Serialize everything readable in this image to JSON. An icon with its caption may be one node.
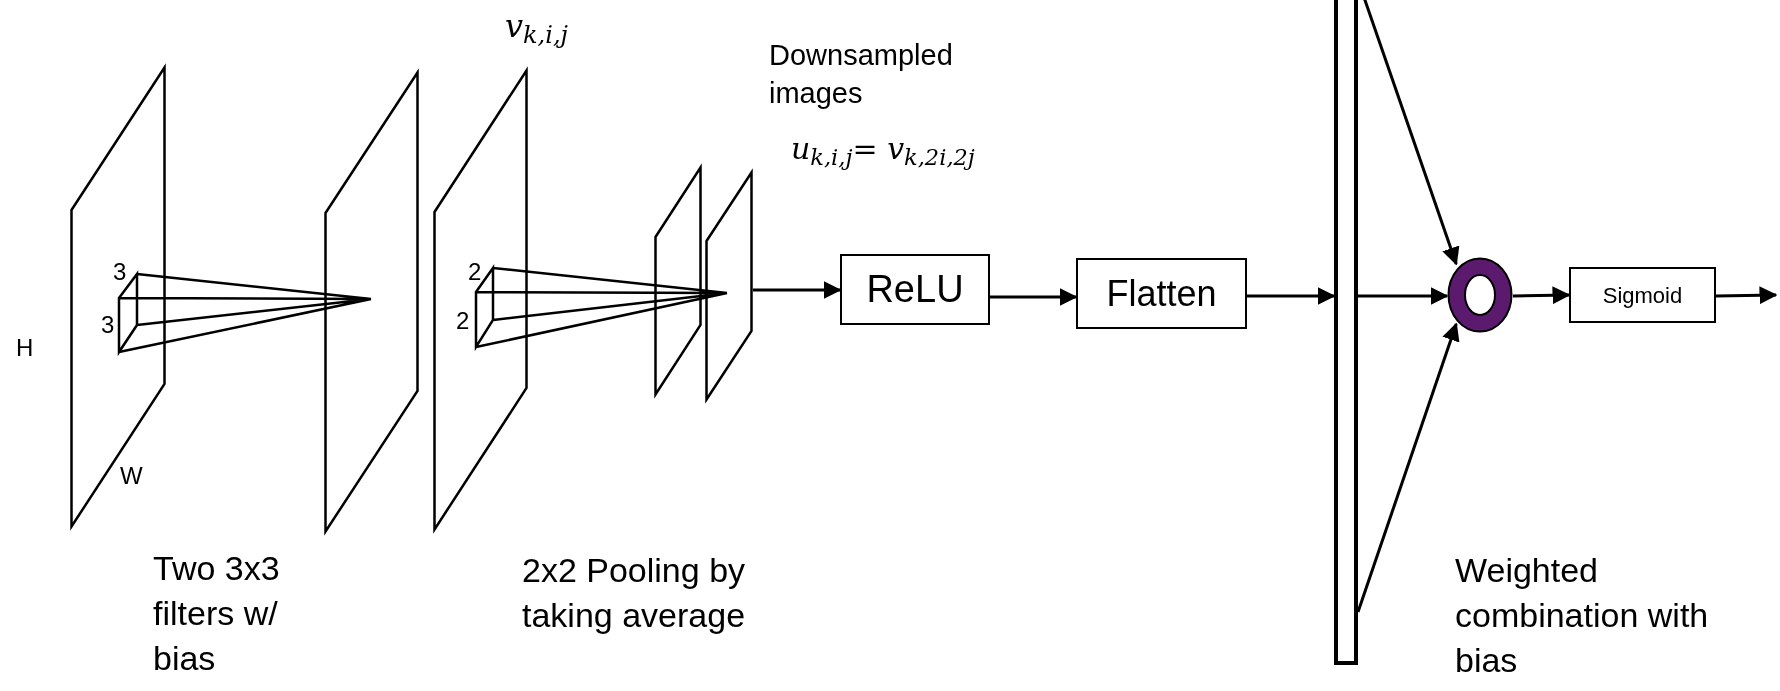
{
  "diagram": {
    "nodes": [
      {
        "text": [],
        "shape": "parallelogram"
      },
      {
        "text": [],
        "shape": "parallelogram"
      },
      {
        "text": [],
        "shape": "parallelogram"
      },
      {
        "text": [],
        "shape": "parallelogram"
      },
      {
        "text": [],
        "shape": "parallelogram"
      },
      {
        "text": [
          "ReLU"
        ]
      },
      {
        "text": [
          "Flatten"
        ]
      },
      {
        "text": [],
        "shape": "bar"
      },
      {
        "text": [],
        "shape": "circle"
      },
      {
        "text": [
          "Sigmoid"
        ]
      }
    ],
    "edges": [
      {
        "from": 4,
        "to": 5,
        "arrow": "to"
      },
      {
        "from": 5,
        "to": 6,
        "arrow": "to"
      },
      {
        "from": 6,
        "to": 7,
        "arrow": "to"
      },
      {
        "from": 7,
        "to": 8,
        "arrow": "to"
      },
      {
        "from": 7,
        "to": 8,
        "arrow": "to"
      },
      {
        "from": 7,
        "to": 8,
        "arrow": "to"
      },
      {
        "from": 8,
        "to": 9,
        "arrow": "to"
      },
      {
        "from": 9,
        "to": null,
        "arrow": "to"
      }
    ],
    "labels": [
      "v$_{k,i,j}$",
      "Downsampled images",
      "u$_{k,i,j}$= v$_{k,2i,2j}$",
      "3",
      "2",
      "3",
      "2",
      "H",
      "W",
      "Two 3x3 filters w/ bias",
      "2x2 Pooling by taking average",
      "Weighted combination with bias"
    ]
  }
}
